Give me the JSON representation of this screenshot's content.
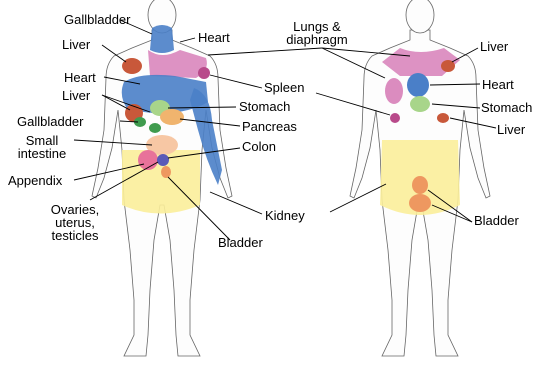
{
  "labels": {
    "front_gallbladder_top": "Gallbladder",
    "front_liver_top": "Liver",
    "front_heart_top": "Heart",
    "front_heart_left": "Heart",
    "front_liver_mid": "Liver",
    "front_gallbladder_mid": "Gallbladder",
    "front_small_intestine": "Small intestine",
    "front_appendix": "Appendix",
    "front_ovaries": "Ovaries, uterus, testicles",
    "lungs_diaphragm": "Lungs & diaphragm",
    "spleen": "Spleen",
    "front_stomach": "Stomach",
    "pancreas": "Pancreas",
    "colon": "Colon",
    "kidney": "Kidney",
    "front_bladder": "Bladder",
    "back_liver_top": "Liver",
    "back_heart": "Heart",
    "back_stomach": "Stomach",
    "back_liver_low": "Liver",
    "back_bladder": "Bladder"
  },
  "region_colors": {
    "liver": "#c8583a",
    "heart": "#4a7fc8",
    "lungs": "#d77fb8",
    "spleen": "#b84a8a",
    "stomach": "#a8d58a",
    "gallbladder": "#3f9b4e",
    "pancreas": "#f0b46e",
    "small_intestine": "#f7c7a4",
    "appendix": "#e8729a",
    "colon": "#5a5ab8",
    "kidney": "#fbee9a",
    "bladder": "#ee9860"
  }
}
